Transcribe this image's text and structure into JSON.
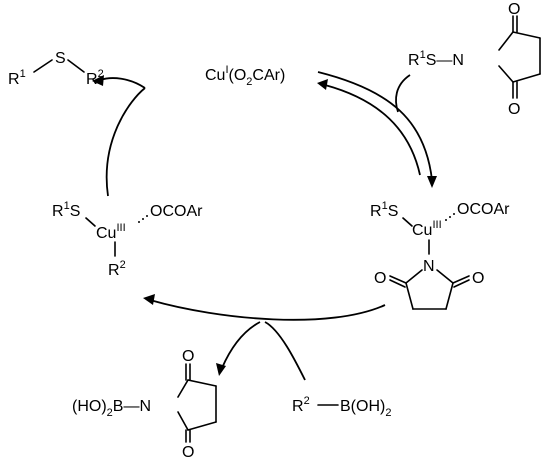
{
  "labels": {
    "product": {
      "r1": "R",
      "r1_sup": "1",
      "s": "S",
      "r2": "R",
      "r2_sup": "2"
    },
    "catalyst": {
      "cu": "Cu",
      "ox": "I",
      "paren_open": "(O",
      "o_sub": "2",
      "car": "CAr)"
    },
    "reagent": {
      "r1": "R",
      "r1_sup": "1",
      "s_n": "S—N",
      "o_top": "O",
      "o_bottom": "O"
    },
    "intermediate_left": {
      "r1": "R",
      "r1_sup": "1",
      "s": "S",
      "cu": "Cu",
      "ox": "III",
      "ocoar": "OCOAr",
      "r2": "R",
      "r2_sup": "2"
    },
    "intermediate_right": {
      "r1": "R",
      "r1_sup": "1",
      "s": "S",
      "cu": "Cu",
      "ox": "III",
      "ocoar": "OCOAr",
      "n": "N",
      "o_left": "O",
      "o_right": "O"
    },
    "boronic_acid": {
      "r2": "R",
      "r2_sup": "2",
      "b": "B(OH)",
      "b_sub": "2"
    },
    "byproduct": {
      "ho": "(HO)",
      "ho_sub": "2",
      "b_n": "B—N",
      "o_top": "O",
      "o_bottom": "O"
    }
  }
}
